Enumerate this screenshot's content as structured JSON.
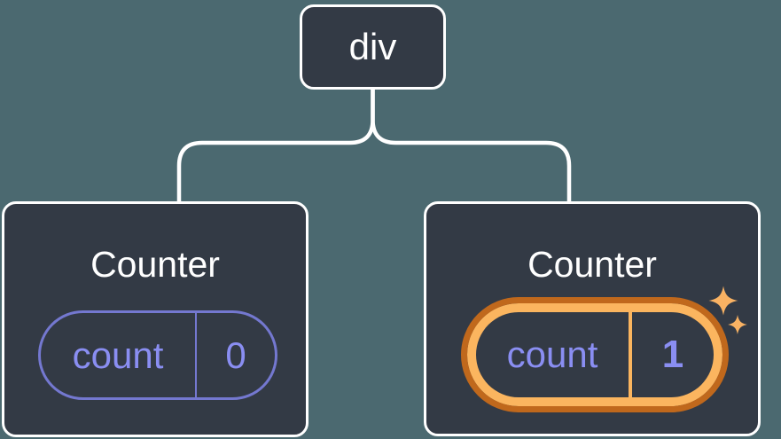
{
  "tree": {
    "root": {
      "label": "div"
    },
    "children": [
      {
        "title": "Counter",
        "state": {
          "key": "count",
          "value": "0"
        },
        "highlighted": false
      },
      {
        "title": "Counter",
        "state": {
          "key": "count",
          "value": "1"
        },
        "highlighted": true
      }
    ]
  },
  "colors": {
    "background": "#4b6970",
    "node_fill": "#333a45",
    "node_border": "#ffffff",
    "connector": "#ffffff",
    "state_pill_border": "#7478d0",
    "state_pill_text": "#8a8ef2",
    "highlight_ring_dark": "#c0681c",
    "highlight_ring_light": "#fbb55f",
    "sparkle": "#f9b263"
  },
  "icons": {
    "sparkles": "sparkles-icon"
  }
}
